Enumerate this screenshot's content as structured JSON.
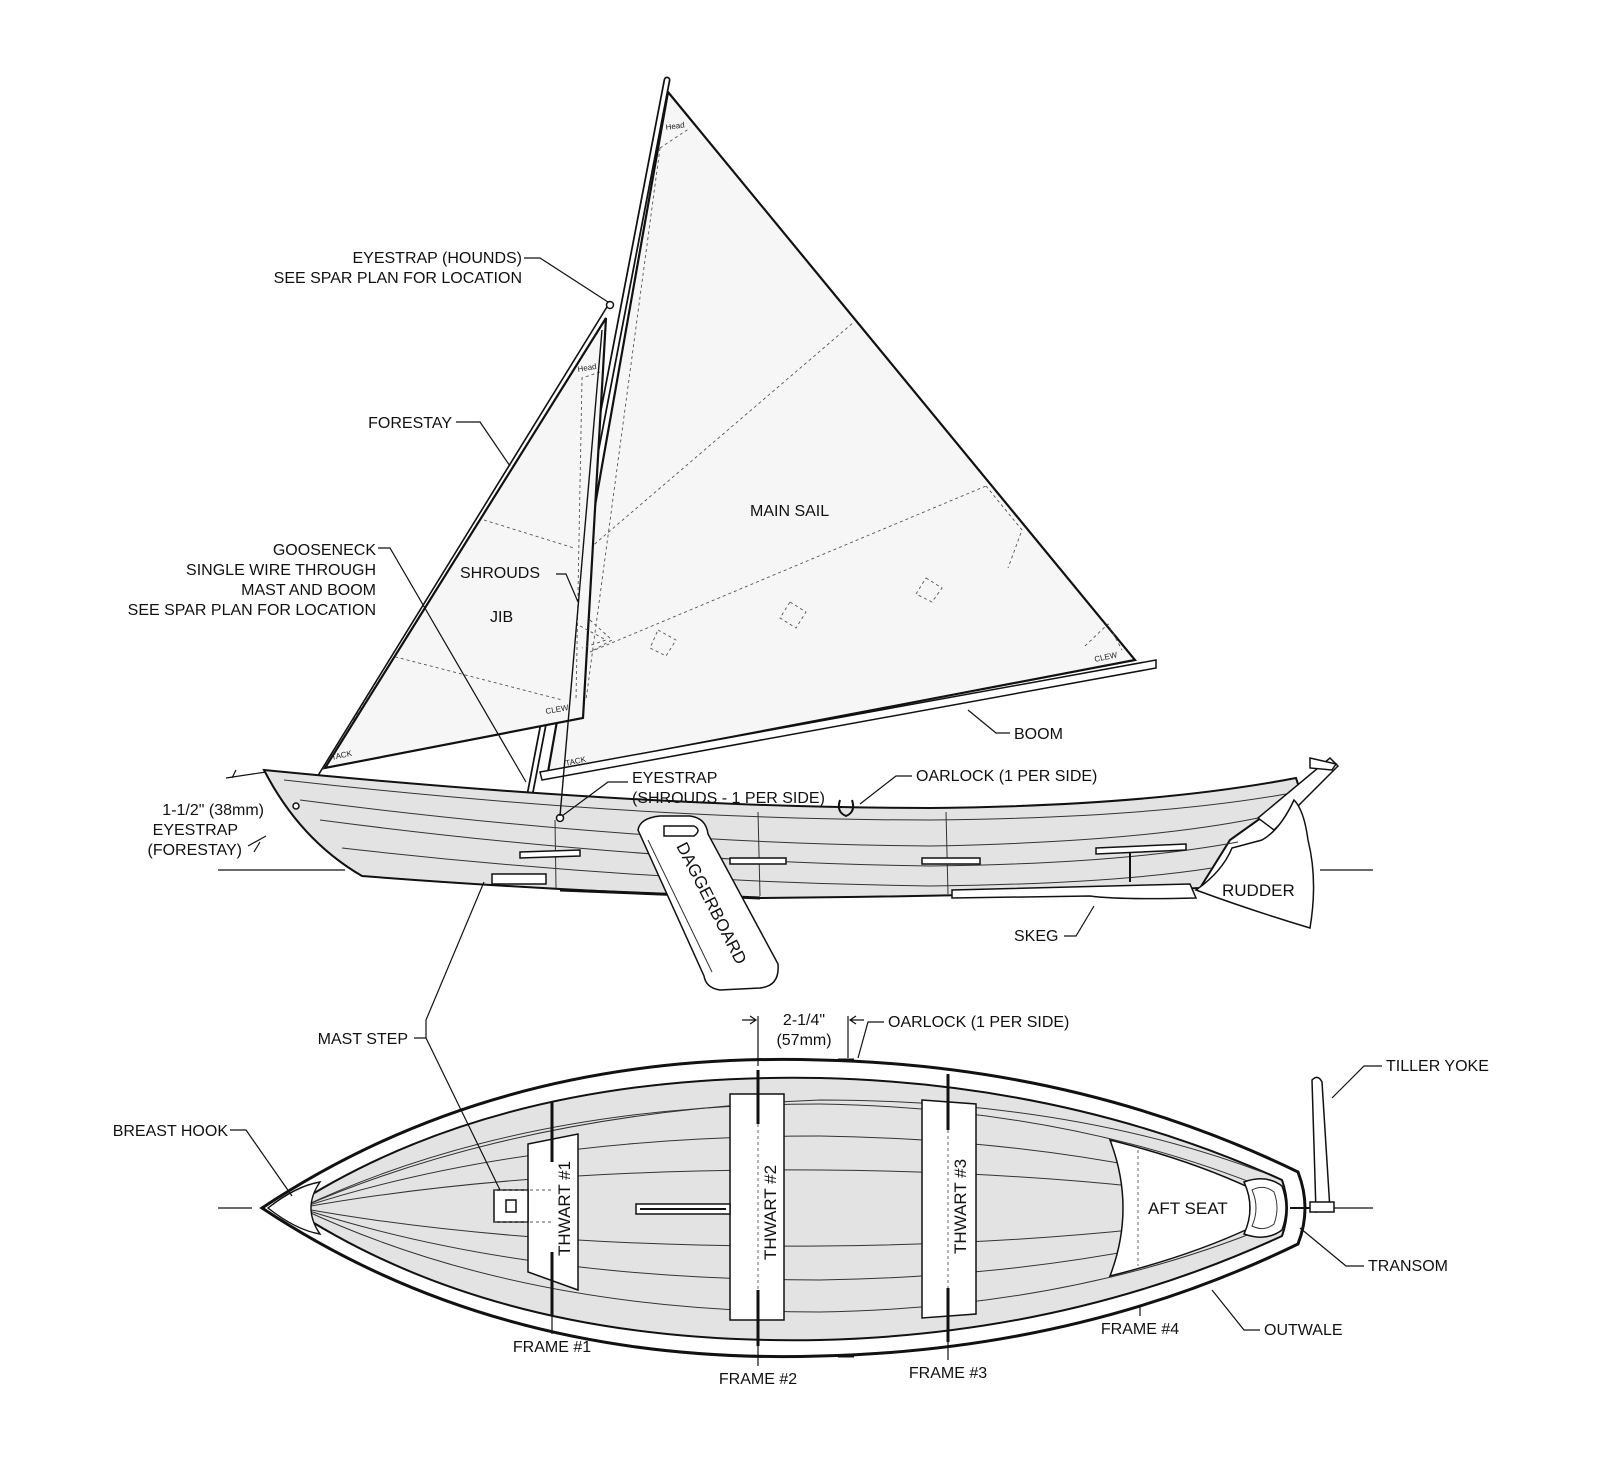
{
  "labels": {
    "eyestrap_hounds_1": "EYESTRAP (HOUNDS)",
    "eyestrap_hounds_2": "SEE SPAR PLAN FOR LOCATION",
    "forestay": "FORESTAY",
    "gooseneck_1": "GOOSENECK",
    "gooseneck_2": "SINGLE WIRE THROUGH",
    "gooseneck_3": "MAST AND BOOM",
    "gooseneck_4": "SEE SPAR PLAN FOR LOCATION",
    "shrouds": "SHROUDS",
    "jib": "JIB",
    "main_sail": "MAIN SAIL",
    "boom": "BOOM",
    "eyestrap_shrouds_1": "EYESTRAP",
    "eyestrap_shrouds_2": "(SHROUDS - 1 PER SIDE)",
    "oarlock_side": "OARLOCK (1 PER SIDE)",
    "dim_bow_1": "1-1/2\" (38mm)",
    "eyestrap_forestay_1": "EYESTRAP",
    "eyestrap_forestay_2": "(FORESTAY)",
    "daggerboard": "DAGGERBOARD",
    "rudder": "RUDDER",
    "skeg": "SKEG",
    "mast_step": "MAST STEP",
    "dim_oarlock_1": "2-1/4\"",
    "dim_oarlock_2": "(57mm)",
    "oarlock_plan": "OARLOCK (1 PER SIDE)",
    "tiller_yoke": "TILLER YOKE",
    "breast_hook": "BREAST HOOK",
    "thwart_1": "THWART #1",
    "thwart_2": "THWART #2",
    "thwart_3": "THWART #3",
    "aft_seat": "AFT SEAT",
    "transom": "TRANSOM",
    "outwale": "OUTWALE",
    "frame_1": "FRAME #1",
    "frame_2": "FRAME #2",
    "frame_3": "FRAME #3",
    "frame_4": "FRAME #4",
    "head_main": "Head",
    "head_jib": "Head",
    "clew_main": "CLEW",
    "clew_jib": "CLEW",
    "tack_main": "TACK",
    "tack_jib": "TACK"
  },
  "colors": {
    "ink": "#111111",
    "hull_fill": "#e3e3e3",
    "sail_fill": "#f6f6f6"
  }
}
